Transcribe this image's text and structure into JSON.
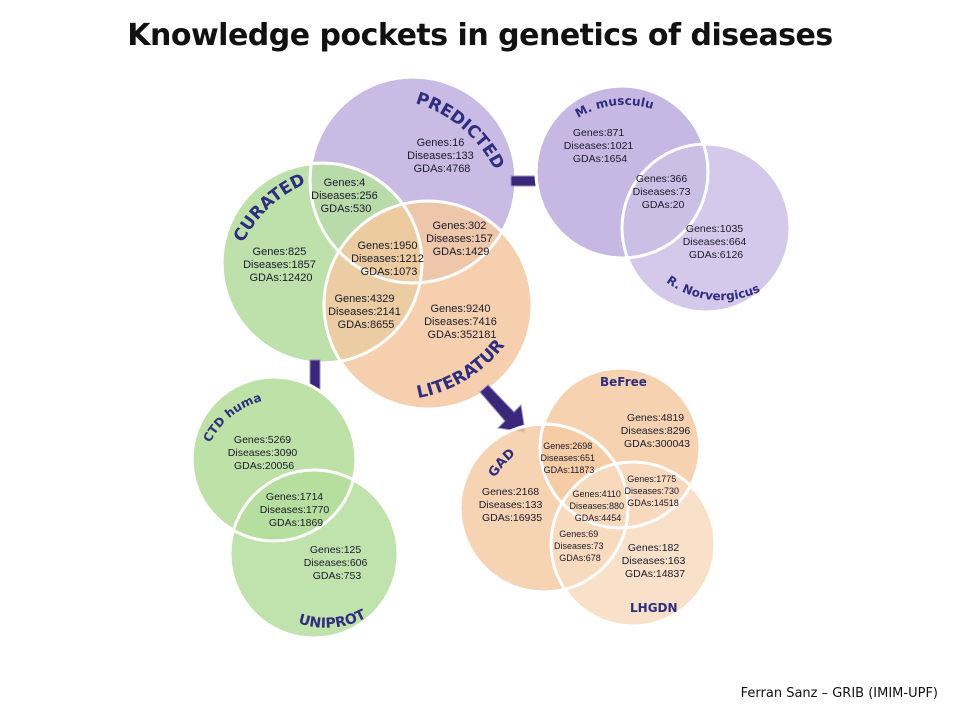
{
  "title": "Knowledge pockets in genetics of diseases",
  "footer": "Ferran Sanz – GRIB (IMIM-UPF)",
  "colors": {
    "predicted": "#c7b8e3",
    "curated": "#b9dfa3",
    "literature": "#f6cca6",
    "label": "#2e2d7e",
    "arrow": "#3a2779"
  },
  "main": {
    "labels": {
      "predicted": "PREDICTED",
      "curated": "CURATED",
      "literature": "LITERATURE"
    },
    "stats": {
      "predicted": [
        "Genes:16",
        "Diseases:133",
        "GDAs:4768"
      ],
      "curated_predicted": [
        "Genes:4",
        "Diseases:256",
        "GDAs:530"
      ],
      "predicted_literature": [
        "Genes:302",
        "Diseases:157",
        "GDAs:1429"
      ],
      "center": [
        "Genes:1950",
        "Diseases:1212",
        "GDAs:1073"
      ],
      "curated": [
        "Genes:825",
        "Diseases:1857",
        "GDAs:12420"
      ],
      "curated_literature": [
        "Genes:4329",
        "Diseases:2141",
        "GDAs:8655"
      ],
      "literature": [
        "Genes:9240",
        "Diseases:7416",
        "GDAs:352181"
      ]
    }
  },
  "predicted_detail": {
    "labels": {
      "mouse": "M. musculus",
      "rat": "R. Norvergicus"
    },
    "stats": {
      "mouse": [
        "Genes:871",
        "Diseases:1021",
        "GDAs:1654"
      ],
      "both": [
        "Genes:366",
        "Diseases:73",
        "GDAs:20"
      ],
      "rat": [
        "Genes:1035",
        "Diseases:664",
        "GDAs:6126"
      ]
    }
  },
  "curated_detail": {
    "labels": {
      "ctd": "CTD human",
      "uniprot": "UNIPROT"
    },
    "stats": {
      "ctd": [
        "Genes:5269",
        "Diseases:3090",
        "GDAs:20056"
      ],
      "both": [
        "Genes:1714",
        "Diseases:1770",
        "GDAs:1869"
      ],
      "uniprot": [
        "Genes:125",
        "Diseases:606",
        "GDAs:753"
      ]
    }
  },
  "literature_detail": {
    "labels": {
      "befree": "BeFree",
      "gad": "GAD",
      "lhgdn": "LHGDN"
    },
    "stats": {
      "befree": [
        "Genes:4819",
        "Diseases:8296",
        "GDAs:300043"
      ],
      "gad": [
        "Genes:2168",
        "Diseases:133",
        "GDAs:16935"
      ],
      "gad_befree": [
        "Genes:2698",
        "Diseases:651",
        "GDAs:11873"
      ],
      "befree_lhgdn": [
        "Genes:1775",
        "Diseases:730",
        "GDAs:14518"
      ],
      "center": [
        "Genes:4110",
        "Diseases:880",
        "GDAs:4454"
      ],
      "gad_lhgdn": [
        "Genes:69",
        "Diseases:73",
        "GDAs:678"
      ],
      "lhgdn": [
        "Genes:182",
        "Diseases:163",
        "GDAs:14837"
      ]
    }
  }
}
